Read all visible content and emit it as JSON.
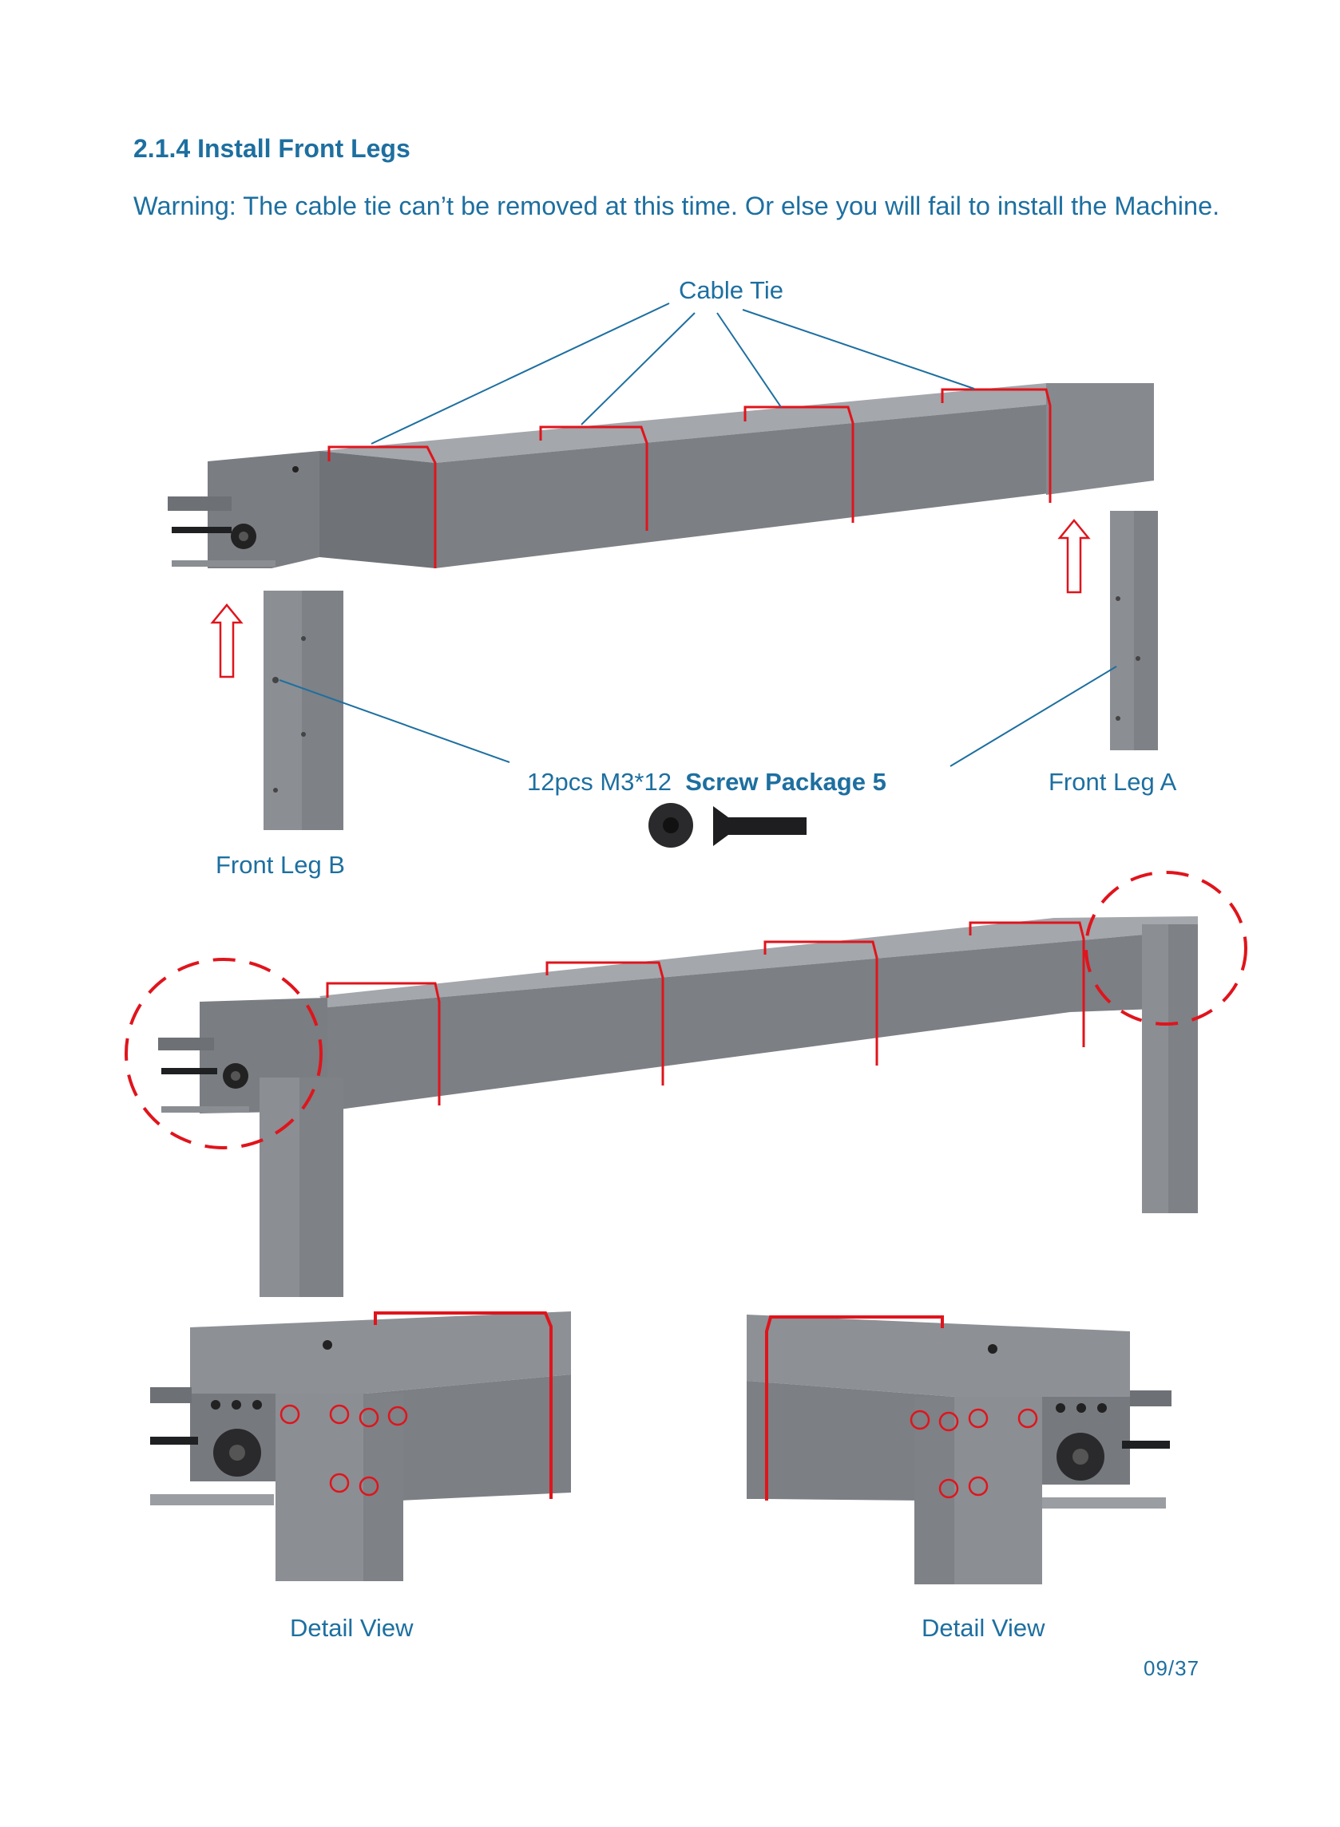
{
  "section": {
    "heading": "2.1.4  Install Front Legs",
    "warning": "Warning:  The cable tie can’t be  removed at this time. Or else you will fail to install the Machine."
  },
  "figure": {
    "cable_tie_label": "Cable Tie",
    "front_leg_a_label": "Front Leg A",
    "front_leg_b_label": "Front Leg B",
    "screw_qty": "12pcs  M3*12",
    "screw_package": "Screw Package 5",
    "detail_view_left": "Detail View",
    "detail_view_right": "Detail View"
  },
  "colors": {
    "text": "#1d6fa0",
    "frame_gray": "#7c7f84",
    "cable_tie_red": "#e0141c",
    "dash_red": "#e0141c"
  },
  "page_number": "09/37"
}
